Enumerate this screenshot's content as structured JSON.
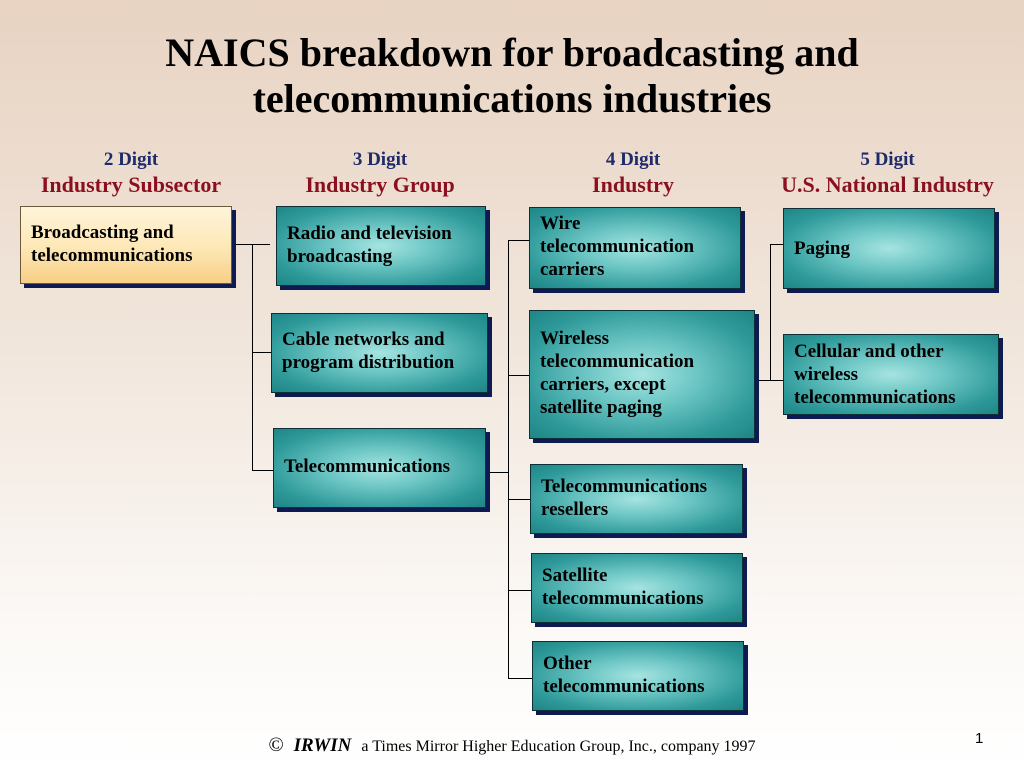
{
  "title": {
    "line1": "NAICS breakdown for broadcasting and",
    "line2": "telecommunications industries"
  },
  "columns": [
    {
      "digit": "2 Digit",
      "name": "Industry Subsector"
    },
    {
      "digit": "3 Digit",
      "name": "Industry Group"
    },
    {
      "digit": "4 Digit",
      "name": "Industry"
    },
    {
      "digit": "5 Digit",
      "name": "U.S. National Industry"
    }
  ],
  "subsector": {
    "label_lines": [
      "Broadcasting and",
      "telecommunications"
    ]
  },
  "groups": [
    {
      "label_lines": [
        "Radio and television",
        "broadcasting"
      ]
    },
    {
      "label_lines": [
        "Cable networks and",
        "program distribution"
      ]
    },
    {
      "label_lines": [
        "Telecommunications"
      ]
    }
  ],
  "industries": [
    {
      "label_lines": [
        "Wire",
        "telecommunication",
        "carriers"
      ]
    },
    {
      "label_lines": [
        "Wireless",
        "telecommunication",
        "carriers, except",
        "satellite paging"
      ]
    },
    {
      "label_lines": [
        "Telecommunications",
        "resellers"
      ]
    },
    {
      "label_lines": [
        "Satellite",
        "telecommunications"
      ]
    },
    {
      "label_lines": [
        "Other",
        "telecommunications"
      ]
    }
  ],
  "national_industries": [
    {
      "label_lines": [
        "Paging"
      ]
    },
    {
      "label_lines": [
        "Cellular and other",
        "wireless",
        "telecommunications"
      ]
    }
  ],
  "footer": {
    "copyright_symbol": "©",
    "brand": "IRWIN",
    "text": "a Times Mirror Higher Education Group, Inc., company 1997"
  },
  "page_number": "1"
}
